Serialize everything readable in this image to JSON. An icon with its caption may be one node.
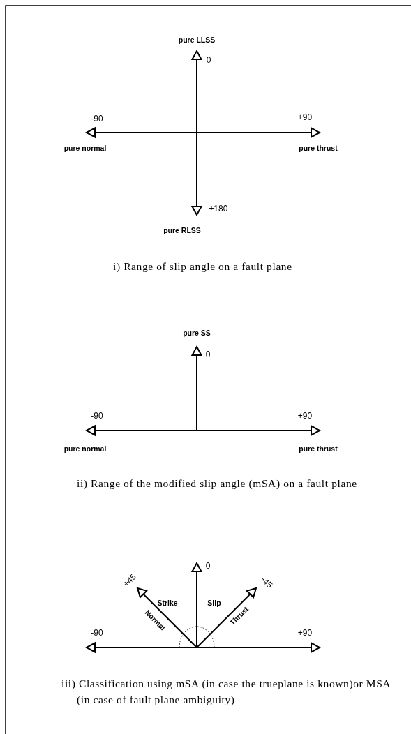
{
  "diagram": {
    "labels": [
      "pure LLSS",
      "0",
      "-90",
      "+90",
      "pure normal",
      "pure thrust",
      "±180",
      "pure RLSS",
      "i) Range of slip angle on a fault plane",
      "pure SS",
      "0",
      "-90",
      "+90",
      "pure normal",
      "pure thrust",
      "ii) Range of the modified slip angle (mSA) on a fault plane",
      "0",
      "+45",
      "-45",
      "Strike",
      "Slip",
      "Normal",
      "Thrust",
      "-90",
      "+90",
      "iii) Classification using mSA (in case the trueplane is known)or MSA (in case of fault plane ambiguity)"
    ]
  }
}
